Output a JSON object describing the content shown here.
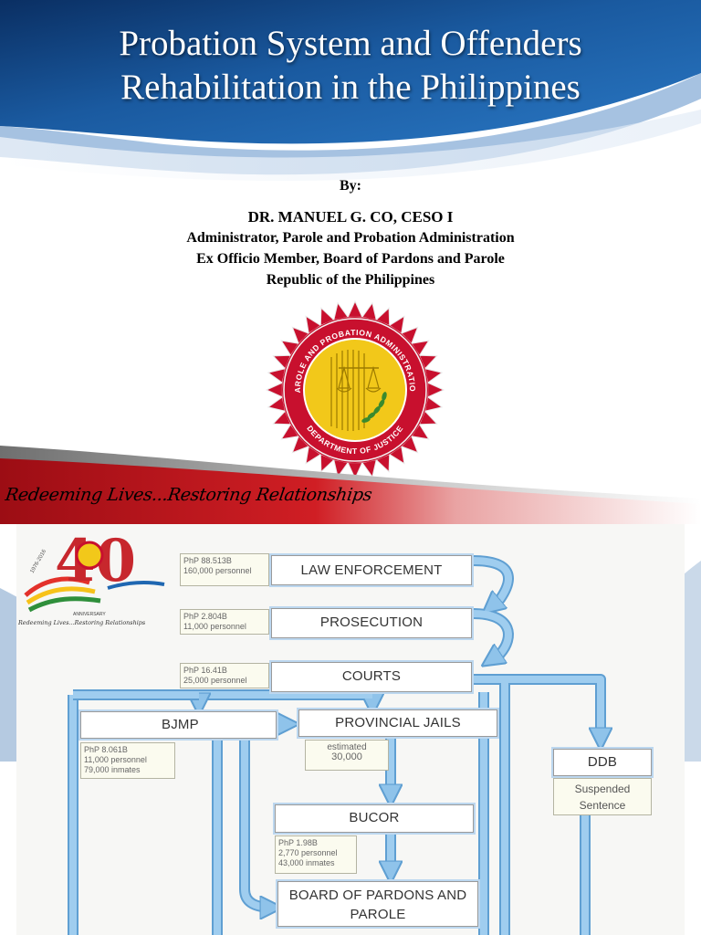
{
  "slide1": {
    "title_lines": [
      "Probation System and Offenders",
      "Rehabilitation in the Philippines"
    ],
    "by_label": "By:",
    "author_name": "DR. MANUEL G. CO, CESO I",
    "author_lines": [
      "Administrator, Parole and Probation Administration",
      "Ex Officio Member, Board of Pardons and Parole",
      "Republic of the Philippines"
    ],
    "seal": {
      "top_text": "PAROLE AND PROBATION ADMINISTRATION",
      "bottom_text": "DEPARTMENT OF JUSTICE",
      "colors": {
        "ring": "#c8102e",
        "gold": "#f2c81a",
        "border": "#e8e8e8"
      }
    },
    "tagline": "Redeeming Lives...Restoring Relationships",
    "colors": {
      "banner_dark": "#0c3c78",
      "banner_mid": "#1f67b1",
      "band_red": "#b3131a"
    }
  },
  "slide2": {
    "logo": {
      "number": "40",
      "caption": "Redeeming Lives...Restoring Relationships",
      "years": "1976-2016",
      "anniversary": "ANNIVERSARY"
    },
    "boxes": {
      "law_enforcement": "LAW ENFORCEMENT",
      "prosecution": "PROSECUTION",
      "courts": "COURTS",
      "bjmp": "BJMP",
      "provincial_jails": "PROVINCIAL JAILS",
      "ddb": "DDB",
      "bucor": "BUCOR",
      "bpp_line1": "BOARD OF PARDONS AND",
      "bpp_line2": "PAROLE"
    },
    "notes": {
      "law_enforcement": [
        "PhP 88.513B",
        "160,000 personnel"
      ],
      "prosecution": [
        "PhP 2.804B",
        "11,000 personnel"
      ],
      "courts": [
        "PhP 16.41B",
        "25,000 personnel"
      ],
      "bjmp": [
        "PhP 8.061B",
        "11,000 personnel",
        "79,000 inmates"
      ],
      "provincial_jails": [
        "estimated",
        "30,000"
      ],
      "ddb": [
        "Suspended",
        "Sentence"
      ],
      "bucor": [
        "PhP 1.98B",
        "2,770 personnel",
        "43,000 inmates"
      ]
    },
    "colors": {
      "arrow": "#8fc3ea",
      "arrow_edge": "#5f9fd2"
    }
  }
}
